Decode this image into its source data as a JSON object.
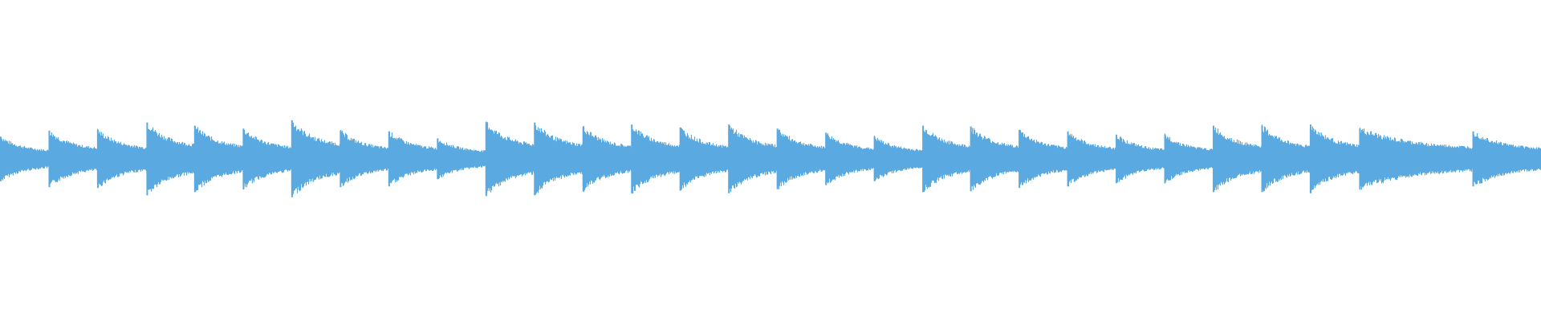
{
  "waveform": {
    "color": "#5aa9e0",
    "background": "#ffffff",
    "transient_times": [
      0.0,
      0.0315,
      0.063,
      0.095,
      0.126,
      0.1575,
      0.189,
      0.2205,
      0.252,
      0.2835,
      0.315,
      0.3465,
      0.378,
      0.4095,
      0.441,
      0.4725,
      0.504,
      0.5355,
      0.567,
      0.5985,
      0.6295,
      0.661,
      0.6925,
      0.724,
      0.7555,
      0.787,
      0.8185,
      0.85,
      0.882,
      0.9555
    ],
    "transient_peaks": [
      0.55,
      0.7,
      0.72,
      0.9,
      0.82,
      0.75,
      0.95,
      0.7,
      0.68,
      0.5,
      0.92,
      0.9,
      0.8,
      0.85,
      0.78,
      0.85,
      0.75,
      0.65,
      0.55,
      0.82,
      0.8,
      0.72,
      0.68,
      0.6,
      0.6,
      0.82,
      0.82,
      0.85,
      0.75,
      0.68
    ],
    "end_time": 1.0
  }
}
